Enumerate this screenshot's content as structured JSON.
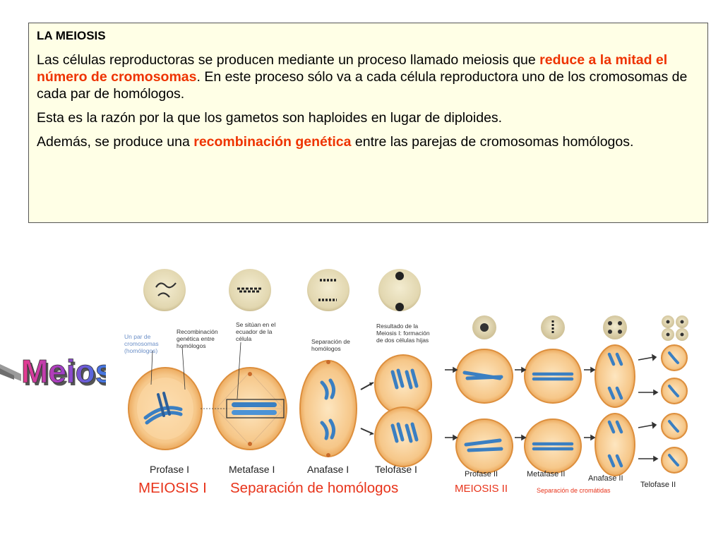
{
  "textbox": {
    "title": "LA MEIOSIS",
    "p1_a": "Las células reproductoras se producen mediante un proceso llamado meiosis que ",
    "p1_hl": "reduce a la mitad el número de cromosomas",
    "p1_b": ". En este proceso sólo va a cada célula reproductora uno de los cromosomas de cada par de homólogos.",
    "p2": "Esta es la razón por la que los gametos son haploides en lugar de diploides.",
    "p3_a": "Además, se produce una ",
    "p3_hl": "recombinación genética",
    "p3_b": " entre las parejas de cromosomas homólogos."
  },
  "wordart": {
    "text": "Meiosis"
  },
  "meiosis1": {
    "annotations": {
      "par_cromosomas": "Un par de cromosomas (homólogos)",
      "recombinacion": "Recombinación genética entre homólogos",
      "ecuador": "Se sitúan en el ecuador de la célula",
      "separacion": "Separación de homólogos",
      "resultado": "Resultado de la Meiosis I: formación de dos células hijas"
    },
    "stages": [
      "Profase I",
      "Metafase I",
      "Anafase I",
      "Telofase I"
    ],
    "title": "MEIOSIS I",
    "subtitle": "Separación de homólogos"
  },
  "meiosis2": {
    "stages": [
      "Profase II",
      "Metafase II",
      "Anafase II",
      "Telofase II"
    ],
    "title": "MEIOSIS II",
    "subtitle": "Separación de cromátidas"
  },
  "colors": {
    "highlight": "#ee3300",
    "box_bg": "#ffffe6",
    "cell_fill": "#f6c789",
    "cell_edge": "#e39a48",
    "chromosome": "#3a7fc2"
  }
}
